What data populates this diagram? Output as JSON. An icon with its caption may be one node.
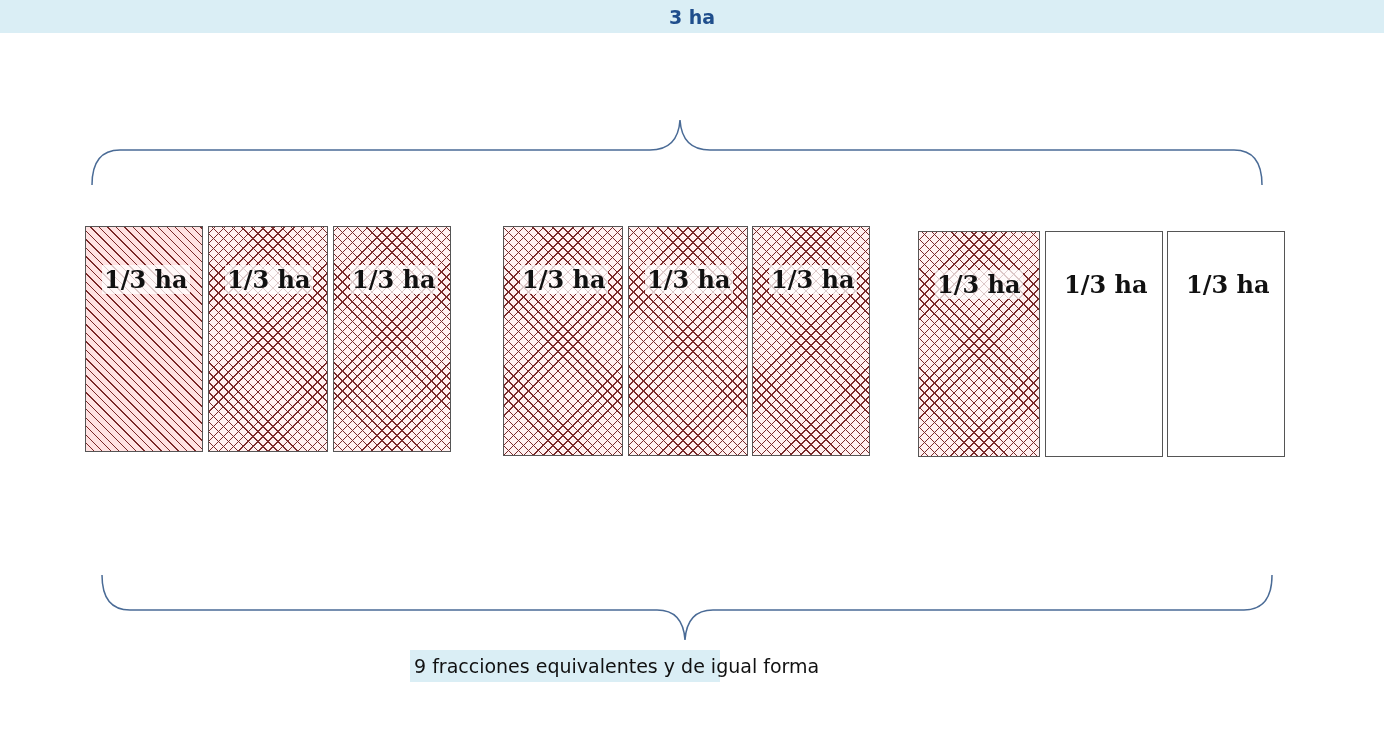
{
  "diagram": {
    "title": "3 ha",
    "nodes": [
      {
        "text": [
          "1/3 ha"
        ]
      },
      {
        "text": [
          "1/3 ha"
        ]
      },
      {
        "text": [
          "1/3 ha"
        ]
      },
      {
        "text": [
          "1/3 ha"
        ]
      },
      {
        "text": [
          "1/3 ha"
        ]
      },
      {
        "text": [
          "1/3 ha"
        ]
      },
      {
        "text": [
          "1/3 ha"
        ]
      },
      {
        "text": [
          "1/3 ha"
        ]
      },
      {
        "text": [
          "1/3 ha"
        ]
      }
    ],
    "edges": [],
    "caption": "9 fracciones equivalentes y de igual forma"
  }
}
